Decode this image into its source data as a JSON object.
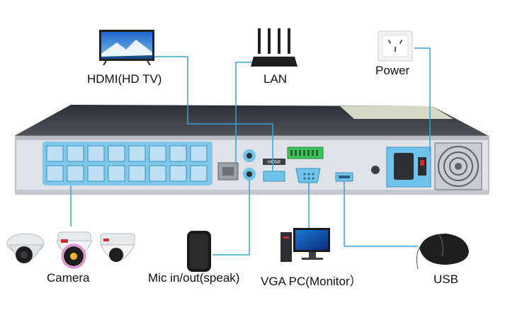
{
  "labels": {
    "hdmi": "HDMI(HD TV)",
    "lan": "LAN",
    "power": "Power",
    "camera": "Camera",
    "mic": "Mic  in/out(speak)",
    "vga": "VGA PC(Monitor）",
    "usb": "USB"
  },
  "panel_text": {
    "hdmi_port": "HDMI"
  },
  "icons": [
    "tv-icon",
    "router-icon",
    "power-outlet-icon",
    "dome-camera-icon",
    "speaker-icon",
    "pc-monitor-icon",
    "mouse-icon"
  ],
  "colors": {
    "wire": "#3a9fd8",
    "chassis": "#3a3d42",
    "panel": "#dfe2e6",
    "port_fill": "#bfe0f2",
    "highlight": "#6fc3ea"
  }
}
